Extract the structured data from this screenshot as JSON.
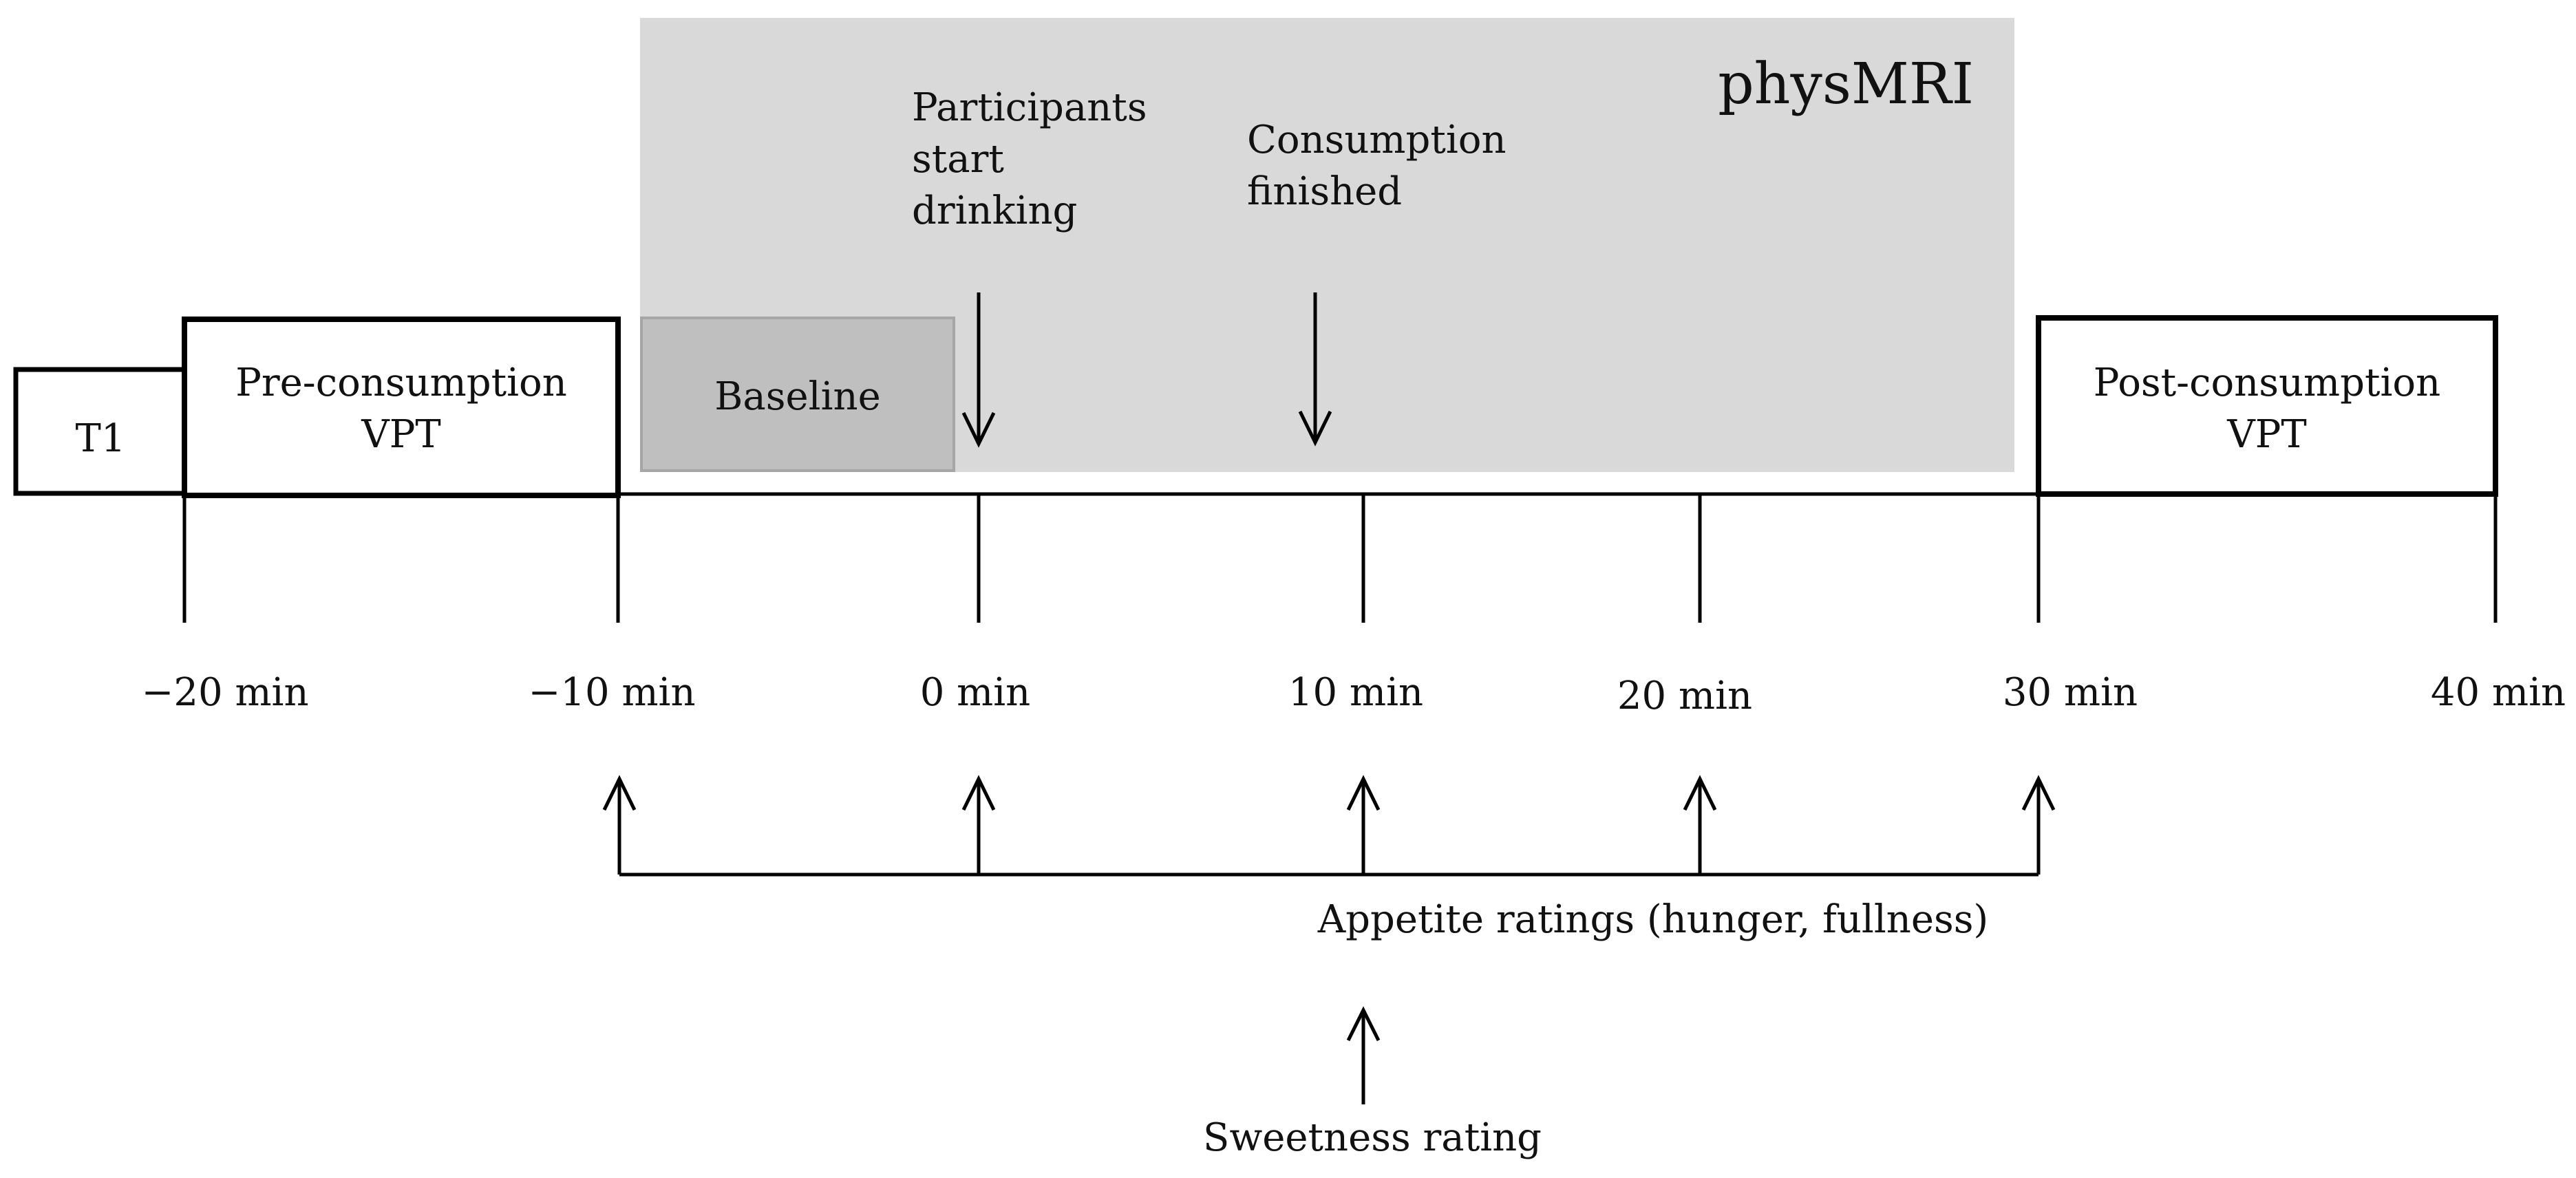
{
  "colors": {
    "physmri_fill": "#d9d9d9",
    "baseline_fill": "#bfbfbf",
    "baseline_stroke": "#a6a6a6",
    "line": "#000000"
  },
  "physmri": {
    "label": "physMRI"
  },
  "baseline": {
    "label": "Baseline"
  },
  "t1": {
    "label": "T1"
  },
  "pre_vpt": {
    "line1": "Pre-consumption",
    "line2": "VPT"
  },
  "post_vpt": {
    "line1": "Post-consumption",
    "line2": "VPT"
  },
  "events": {
    "start_drinking": {
      "line1": "Participants",
      "line2": "start",
      "line3": "drinking"
    },
    "consumption_finished": {
      "line1": "Consumption",
      "line2": "finished"
    }
  },
  "timeline": {
    "ticks": [
      "−20 min",
      "−10 min",
      "0 min",
      "10 min",
      "20 min",
      "30 min",
      "40 min"
    ]
  },
  "appetite": {
    "label": "Appetite ratings (hunger, fullness)"
  },
  "sweetness": {
    "label": "Sweetness rating"
  }
}
